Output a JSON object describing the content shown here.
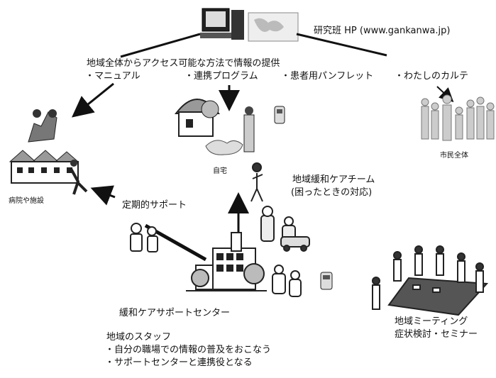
{
  "header": {
    "site_label": "研究班 HP (www.gankanwa.jp)",
    "provision_title": "地域全体からアクセス可能な方法で情報の提供",
    "items": [
      "・マニュアル",
      "・連携プログラム",
      "・患者用パンフレット",
      "・わたしのカルテ"
    ]
  },
  "nodes": {
    "home": "自宅",
    "citizens": "市民全体",
    "hospital": "病院や施設",
    "regular_support": "定期的サポート",
    "team_title": "地域緩和ケアチーム",
    "team_sub": "(困ったときの対応)",
    "center": "緩和ケアサポートセンター",
    "meeting_title": "地域ミーティング",
    "meeting_sub": "症状検討・セミナー"
  },
  "staff": {
    "title": "地域のスタッフ",
    "items": [
      "・自分の職場での情報の普及をおこなう",
      "・サポートセンターと連携役となる"
    ]
  },
  "icons": [
    "computer-icon",
    "home-icon",
    "phone-icon",
    "hospital-icon",
    "crowd-icon",
    "care-team-icon",
    "support-center-icon",
    "meeting-icon"
  ]
}
